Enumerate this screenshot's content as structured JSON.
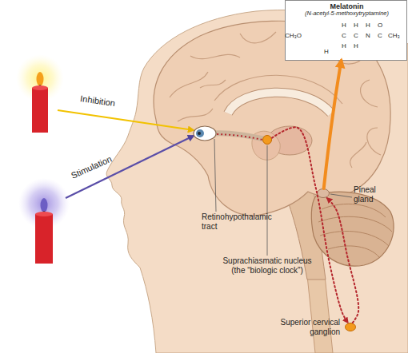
{
  "diagram": {
    "nodes": [
      {
        "text": [
          "Melatonin",
          "(N-acetyl-5-methoxytryptamine)"
        ]
      },
      {
        "text": [
          "Pineal gland"
        ]
      },
      {
        "text": [
          "Suprachiasmatic nucleus (the “biologic clock”)"
        ]
      },
      {
        "text": [
          "Superior cervical ganglion"
        ]
      }
    ],
    "edges": [
      {
        "from": 2,
        "to": 3,
        "arrow": "to"
      },
      {
        "from": 3,
        "to": 1,
        "arrow": "to"
      },
      {
        "from": 1,
        "to": 0,
        "arrow": "to"
      }
    ],
    "labels": [
      "Inhibition",
      "Stimulation",
      "Retinohypothalamic tract",
      "CH₃O",
      "H",
      "H",
      "H",
      "O",
      "C",
      "C",
      "N",
      "C",
      "CH₃",
      "H",
      "H",
      "H"
    ]
  }
}
